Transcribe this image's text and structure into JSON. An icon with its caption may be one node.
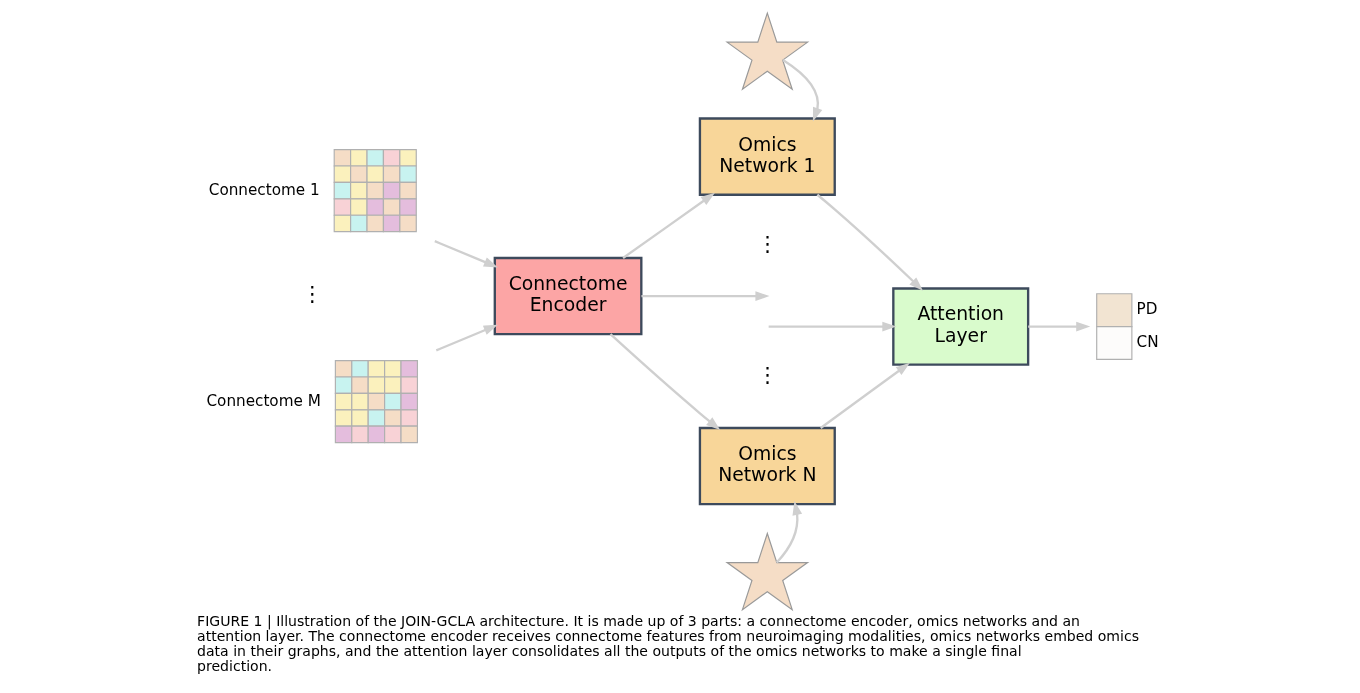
{
  "diagram": {
    "caption": "FIGURE 1 | Illustration of the JOIN-GCLA architecture. It is made up of 3 parts: a connectome encoder, omics networks and an attention layer. The connectome encoder receives connectome features from neuroimaging modalities, omics networks embed omics data in their graphs, and the attention layer consolidates all the outputs of the omics networks to make a single final prediction.",
    "nodes": [
      {
        "text": [],
        "shape": "picture",
        "beside": [
          "Connectome 1"
        ]
      },
      {
        "text": [],
        "shape": "picture",
        "beside": [
          "Connectome M"
        ]
      },
      {
        "text": [
          "Connectome Encoder"
        ]
      },
      {
        "text": [],
        "shape": "picture"
      },
      {
        "text": [
          "Omics Network 1"
        ]
      },
      {
        "text": [
          "Omics Network N"
        ]
      },
      {
        "text": [],
        "shape": "picture"
      },
      {
        "text": [
          "Attention Layer"
        ]
      },
      {
        "text": [],
        "shape": "box",
        "beside": [
          "PD",
          "CN"
        ]
      }
    ],
    "edges": [
      {
        "from": 0,
        "to": 2,
        "arrow": "to"
      },
      {
        "from": 1,
        "to": 2,
        "arrow": "to"
      },
      {
        "from": 2,
        "to": 4,
        "arrow": "to"
      },
      {
        "from": 2,
        "to": null,
        "arrow": "to"
      },
      {
        "from": 2,
        "to": 5,
        "arrow": "to"
      },
      {
        "from": 3,
        "to": 4,
        "arrow": "to"
      },
      {
        "from": 6,
        "to": 5,
        "arrow": "to"
      },
      {
        "from": 4,
        "to": 7,
        "arrow": "to"
      },
      {
        "from": null,
        "to": 7,
        "arrow": "to"
      },
      {
        "from": 5,
        "to": 7,
        "arrow": "to"
      },
      {
        "from": 7,
        "to": 8,
        "arrow": "to"
      }
    ],
    "labels": [
      "⋮",
      "⋮",
      "⋮"
    ]
  }
}
